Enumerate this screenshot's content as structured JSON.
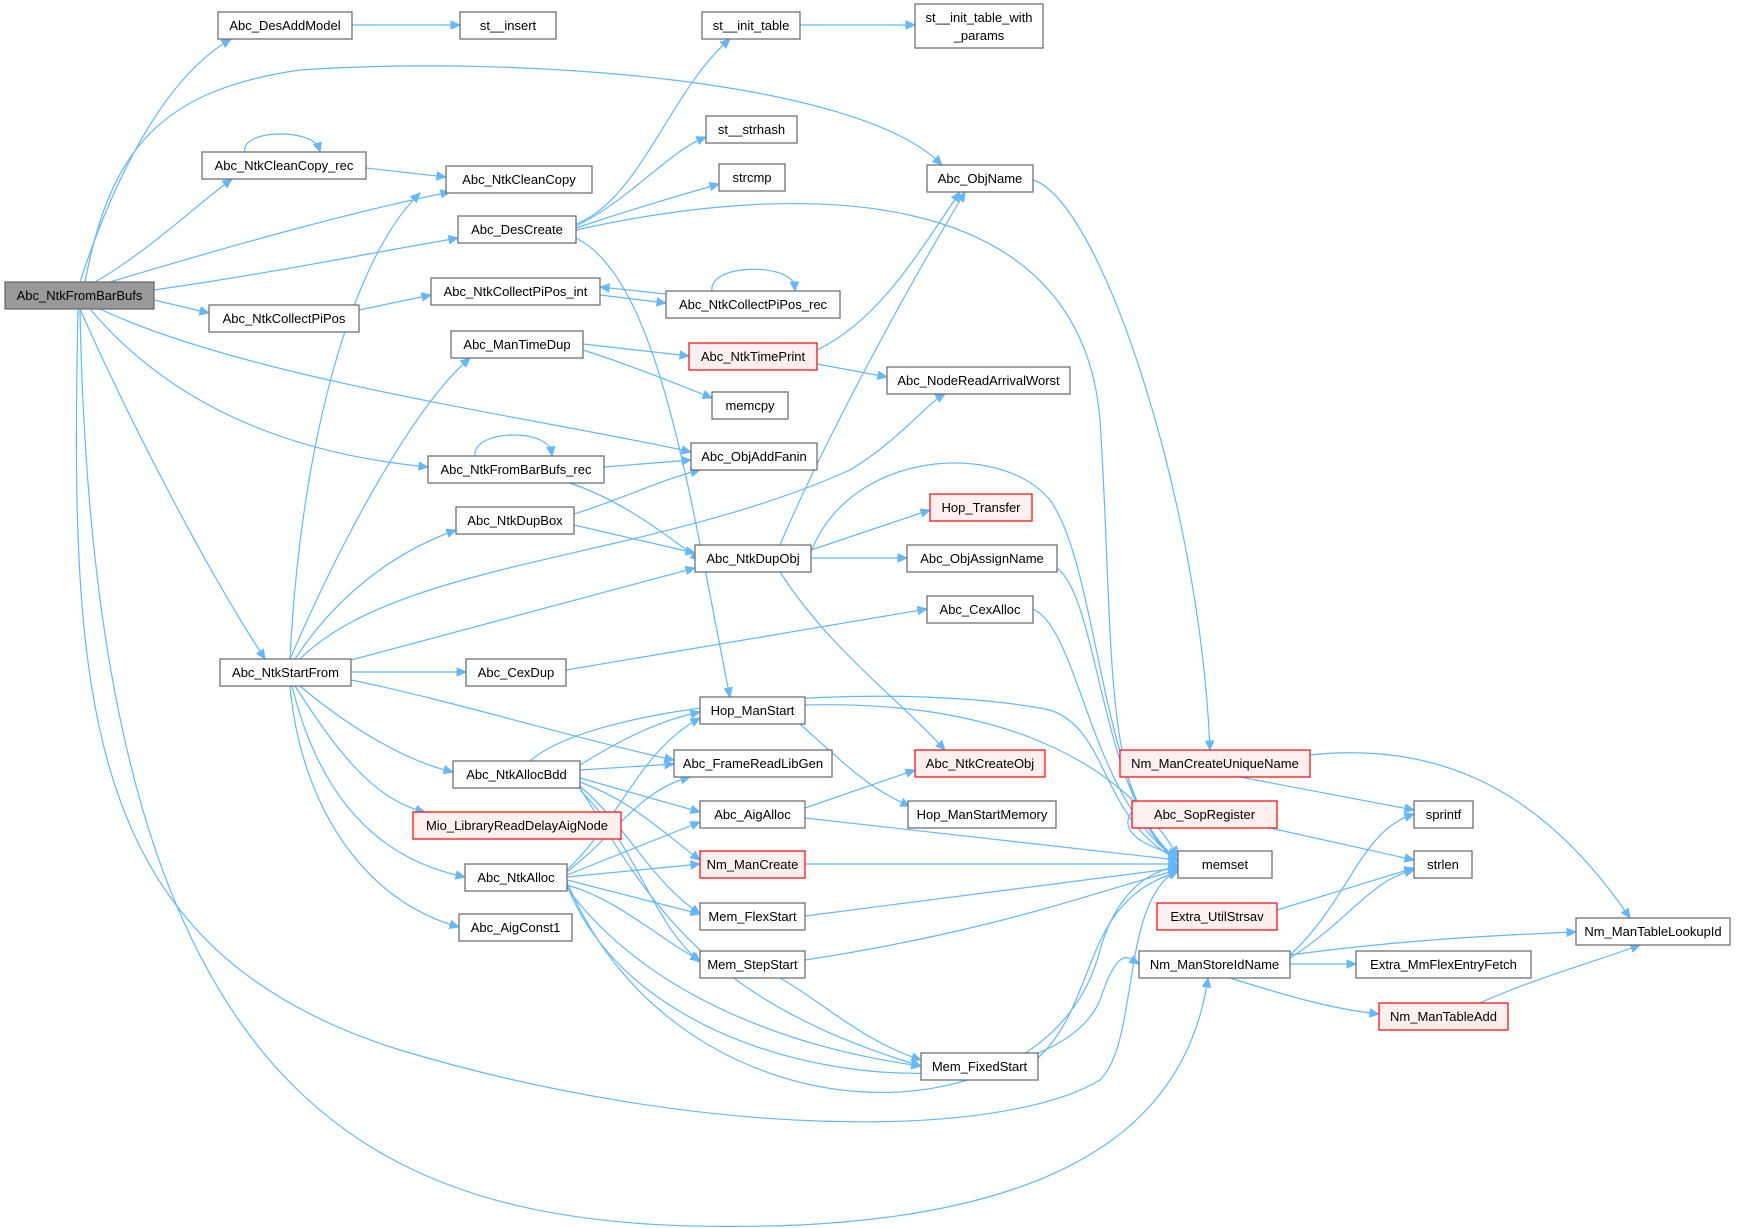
{
  "diagram": {
    "type": "call-graph",
    "colors": {
      "edge": "#63b8ff",
      "root_fill": "#999999",
      "highlight_border": "#ff0000",
      "node_border": "#666666"
    },
    "nodes": [
      {
        "id": "n0",
        "label": "Abc_NtkFromBarBufs",
        "style": "root"
      },
      {
        "id": "n1",
        "label": "Abc_DesAddModel"
      },
      {
        "id": "n2",
        "label": "st__insert"
      },
      {
        "id": "n3",
        "label": "st__init_table"
      },
      {
        "id": "n4",
        "label": "st__init_table_with",
        "label2": "_params"
      },
      {
        "id": "n5",
        "label": "st__strhash"
      },
      {
        "id": "n6",
        "label": "Abc_NtkCleanCopy_rec"
      },
      {
        "id": "n7",
        "label": "Abc_NtkCleanCopy"
      },
      {
        "id": "n8",
        "label": "strcmp"
      },
      {
        "id": "n9",
        "label": "Abc_ObjName"
      },
      {
        "id": "n10",
        "label": "Abc_DesCreate"
      },
      {
        "id": "n11",
        "label": "Abc_NtkCollectPiPos_int"
      },
      {
        "id": "n12",
        "label": "Abc_NtkCollectPiPos_rec"
      },
      {
        "id": "n13",
        "label": "Abc_NtkCollectPiPos"
      },
      {
        "id": "n14",
        "label": "Abc_ManTimeDup"
      },
      {
        "id": "n15",
        "label": "Abc_NtkTimePrint",
        "style": "red"
      },
      {
        "id": "n16",
        "label": "Abc_NodeReadArrivalWorst"
      },
      {
        "id": "n17",
        "label": "memcpy"
      },
      {
        "id": "n18",
        "label": "Abc_NtkFromBarBufs_rec"
      },
      {
        "id": "n19",
        "label": "Abc_ObjAddFanin"
      },
      {
        "id": "n20",
        "label": "Hop_Transfer",
        "style": "red"
      },
      {
        "id": "n21",
        "label": "Abc_NtkDupBox"
      },
      {
        "id": "n22",
        "label": "Abc_NtkDupObj"
      },
      {
        "id": "n23",
        "label": "Abc_ObjAssignName"
      },
      {
        "id": "n24",
        "label": "Abc_CexAlloc"
      },
      {
        "id": "n25",
        "label": "Abc_NtkStartFrom"
      },
      {
        "id": "n26",
        "label": "Abc_CexDup"
      },
      {
        "id": "n27",
        "label": "Hop_ManStart"
      },
      {
        "id": "n28",
        "label": "Abc_NtkAllocBdd"
      },
      {
        "id": "n29",
        "label": "Abc_FrameReadLibGen"
      },
      {
        "id": "n30",
        "label": "Abc_NtkCreateObj",
        "style": "red"
      },
      {
        "id": "n31",
        "label": "Nm_ManCreateUniqueName",
        "style": "red"
      },
      {
        "id": "n32",
        "label": "Mio_LibraryReadDelayAigNode",
        "style": "red"
      },
      {
        "id": "n33",
        "label": "Abc_AigAlloc"
      },
      {
        "id": "n34",
        "label": "Hop_ManStartMemory"
      },
      {
        "id": "n35",
        "label": "Abc_SopRegister",
        "style": "red"
      },
      {
        "id": "n36",
        "label": "sprintf"
      },
      {
        "id": "n37",
        "label": "Abc_NtkAlloc"
      },
      {
        "id": "n38",
        "label": "Nm_ManCreate",
        "style": "red"
      },
      {
        "id": "n39",
        "label": "memset"
      },
      {
        "id": "n40",
        "label": "strlen"
      },
      {
        "id": "n41",
        "label": "Mem_FlexStart"
      },
      {
        "id": "n42",
        "label": "Extra_UtilStrsav",
        "style": "red"
      },
      {
        "id": "n43",
        "label": "Nm_ManTableLookupId"
      },
      {
        "id": "n44",
        "label": "Abc_AigConst1"
      },
      {
        "id": "n45",
        "label": "Mem_StepStart"
      },
      {
        "id": "n46",
        "label": "Nm_ManStoreIdName"
      },
      {
        "id": "n47",
        "label": "Extra_MmFlexEntryFetch"
      },
      {
        "id": "n48",
        "label": "Nm_ManTableAdd",
        "style": "red"
      },
      {
        "id": "n49",
        "label": "Mem_FixedStart"
      }
    ]
  }
}
